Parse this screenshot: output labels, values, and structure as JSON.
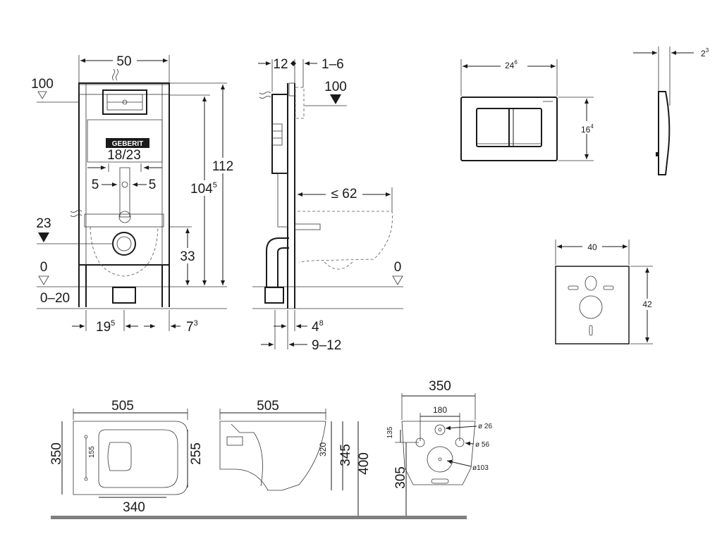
{
  "frame_front": {
    "w_50": "50",
    "lvl_100": "100",
    "d_18_23": "18/23",
    "d_5a": "5",
    "d_5b": "5",
    "h_112": "112",
    "h_104": "104",
    "h_104_sup": "5",
    "lvl_23": "23",
    "h_33": "33",
    "lvl_0": "0",
    "r_0_20": "0–20",
    "d_19": "19",
    "d_19_sup": "5",
    "d_7": "7",
    "d_7_sup": "3",
    "brand": "GEBERIT"
  },
  "frame_side": {
    "d_12": "12",
    "d_1_6": "1–6",
    "lvl_100": "100",
    "d_le62": "≤ 62",
    "lvl_0": "0",
    "d_4": "4",
    "d_4_sup": "8",
    "d_9_12": "9–12"
  },
  "plate": {
    "w": "24",
    "w_sup": "6",
    "h": "16",
    "h_sup": "4",
    "t": "2",
    "t_sup": "3"
  },
  "mat": {
    "w": "40",
    "h": "42"
  },
  "bowl_top": {
    "w_505": "505",
    "h_350": "350",
    "d_155": "155",
    "d_255": "255",
    "d_340": "340"
  },
  "bowl_side": {
    "w_505": "505",
    "d_320": "320",
    "d_345": "345",
    "d_400": "400"
  },
  "bowl_back": {
    "w_350": "350",
    "d_180": "180",
    "d_135": "135",
    "d_305": "305",
    "o26": "ø 26",
    "o56": "ø 56",
    "o103": "ø103"
  },
  "colors": {
    "line": "#1a1a1a",
    "floor": "#888888",
    "bar": "#7f7f7f"
  }
}
